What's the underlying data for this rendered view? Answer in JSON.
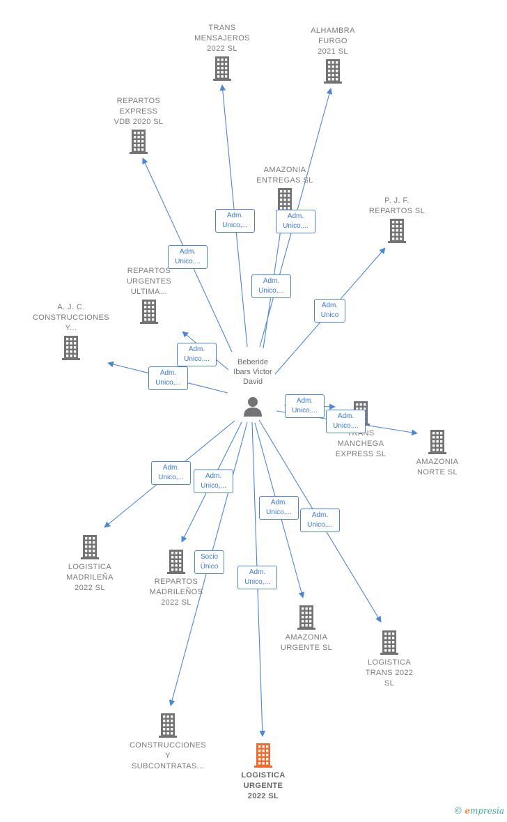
{
  "center": {
    "name": "Beberide\nIbars Victor\nDavid",
    "icon": "person-icon"
  },
  "colors": {
    "edge": "#4a86d8",
    "building": "#737373",
    "highlight": "#f26a2e",
    "label": "#7a7a7a"
  },
  "nodes": [
    {
      "id": "trans-mensajeros",
      "label": "TRANS\nMENSAJEROS\n2022  SL",
      "icon": "building-icon"
    },
    {
      "id": "alhambra-furgo",
      "label": "ALHAMBRA\nFURGO\n2021  SL",
      "icon": "building-icon"
    },
    {
      "id": "repartos-express",
      "label": "REPARTOS\nEXPRESS\nVDB 2020  SL",
      "icon": "building-icon"
    },
    {
      "id": "amazonia-entregas",
      "label": "AMAZONIA\nENTREGAS  SL",
      "icon": "building-icon"
    },
    {
      "id": "pjf-repartos",
      "label": "P.  J.  F.\nREPARTOS  SL",
      "icon": "building-icon"
    },
    {
      "id": "repartos-urgentes",
      "label": "REPARTOS\nURGENTES\nULTIMA...",
      "icon": "building-icon"
    },
    {
      "id": "ajc-construcciones",
      "label": "A.  J.  C.\nCONSTRUCCIONES\nY...",
      "icon": "building-icon"
    },
    {
      "id": "trans-manchega",
      "label": "TRANS\nMANCHEGA\nEXPRESS  SL",
      "icon": "building-icon"
    },
    {
      "id": "amazonia-norte",
      "label": "AMAZONIA\nNORTE  SL",
      "icon": "building-icon"
    },
    {
      "id": "logistica-madrilena",
      "label": "LOGISTICA\nMADRILEÑA\n2022  SL",
      "icon": "building-icon"
    },
    {
      "id": "repartos-madrilenos",
      "label": "REPARTOS\nMADRILEÑOS\n2022  SL",
      "icon": "building-icon"
    },
    {
      "id": "amazonia-urgente",
      "label": "AMAZONIA\nURGENTE  SL",
      "icon": "building-icon"
    },
    {
      "id": "logistica-trans",
      "label": "LOGISTICA\nTRANS 2022\nSL",
      "icon": "building-icon"
    },
    {
      "id": "construcciones-subcontratas",
      "label": "CONSTRUCCIONES\nY\nSUBCONTRATAS...",
      "icon": "building-icon"
    },
    {
      "id": "logistica-urgente",
      "label": "LOGISTICA\nURGENTE\n2022  SL",
      "icon": "building-icon",
      "highlight": true
    }
  ],
  "edges": [
    {
      "to": "trans-mensajeros",
      "label": "Adm.\nUnico,..."
    },
    {
      "to": "alhambra-furgo",
      "label": "Adm.\nUnico,..."
    },
    {
      "to": "repartos-express",
      "label": "Adm.\nUnico,..."
    },
    {
      "to": "amazonia-entregas",
      "label": "Adm.\nUnico,..."
    },
    {
      "to": "pjf-repartos",
      "label": "Adm.\nUnico"
    },
    {
      "to": "repartos-urgentes",
      "label": "Adm.\nUnico,..."
    },
    {
      "to": "ajc-construcciones",
      "label": "Adm.\nUnico,..."
    },
    {
      "to": "trans-manchega",
      "label": "Adm.\nUnico,..."
    },
    {
      "to": "amazonia-norte",
      "label": "Adm.\nUnico,..."
    },
    {
      "to": "logistica-madrilena",
      "label": "Adm.\nUnico,..."
    },
    {
      "to": "repartos-madrilenos",
      "label": "Adm.\nUnico,..."
    },
    {
      "to": "amazonia-urgente",
      "label": "Adm.\nUnico,..."
    },
    {
      "to": "logistica-trans",
      "label": "Adm.\nUnico,..."
    },
    {
      "to": "construcciones-subcontratas",
      "label": "Socio\nÚnico"
    },
    {
      "to": "logistica-urgente",
      "label": "Adm.\nUnico,..."
    }
  ],
  "brand": {
    "copyright": "©",
    "first": "e",
    "rest": "mpresia"
  }
}
